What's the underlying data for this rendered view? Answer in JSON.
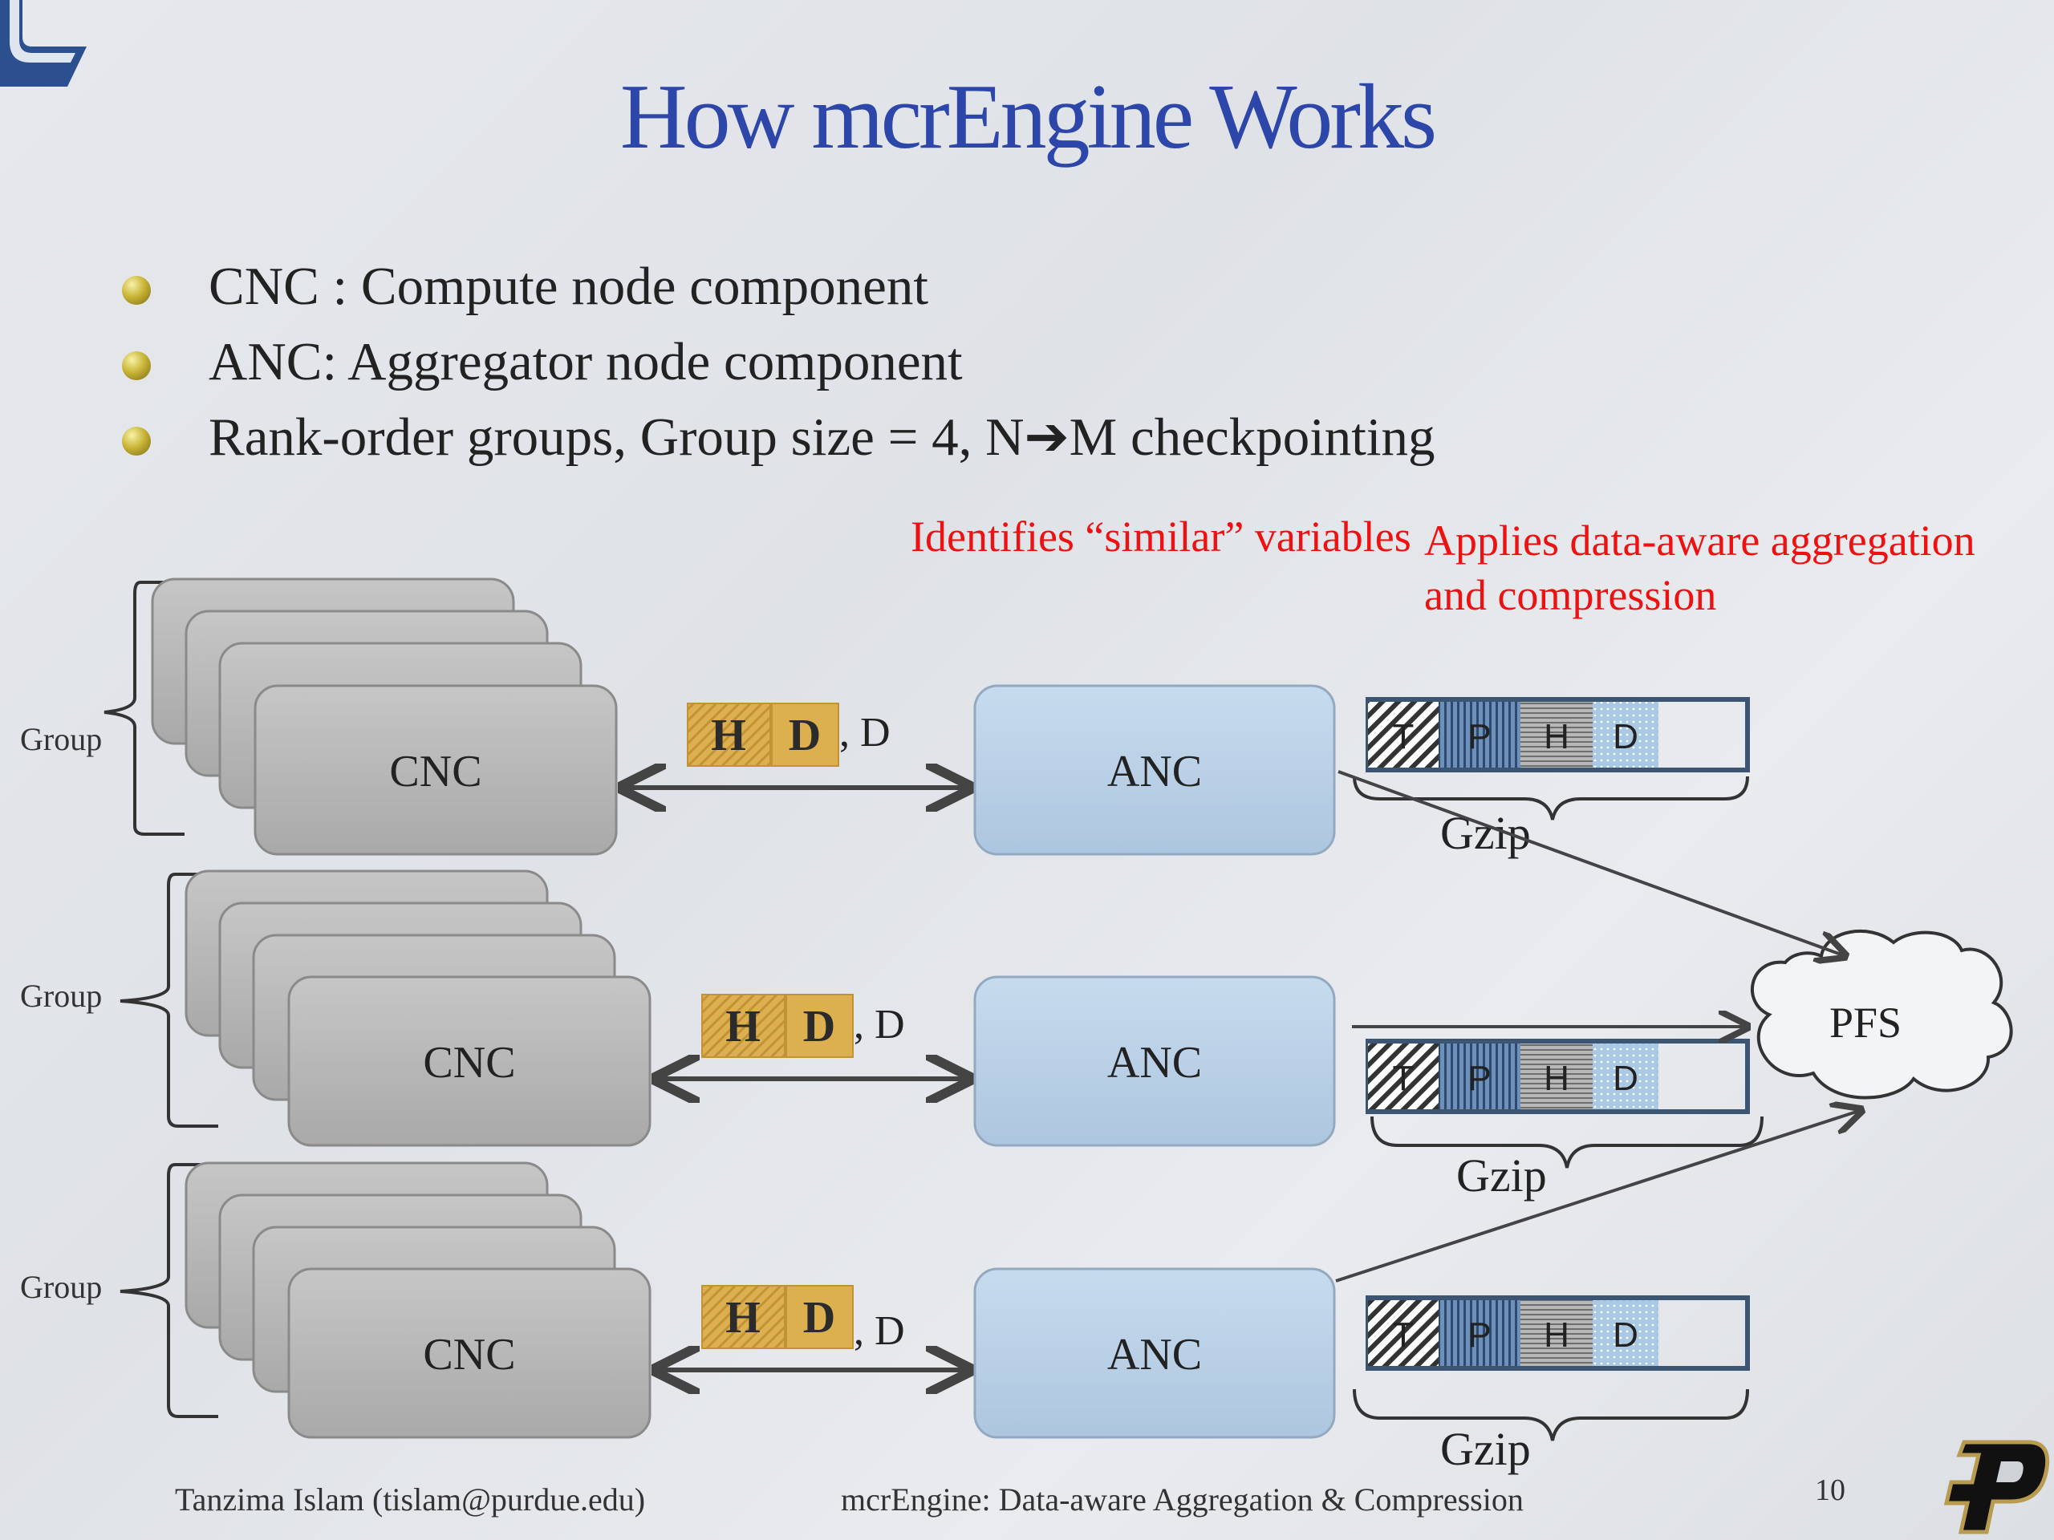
{
  "slide": {
    "title": "How mcrEngine Works",
    "bullets": [
      "CNC : Compute node component",
      "ANC: Aggregator node component",
      "Rank-order groups, Group size = 4, N➔M checkpointing"
    ],
    "annotations": {
      "identifies": "Identifies “similar” variables",
      "applies_line1": "Applies data-aware aggregation",
      "applies_line2": "and compression"
    }
  },
  "diagram": {
    "group_label": "Group",
    "cnc_label": "CNC",
    "anc_label": "ANC",
    "pfs_label": "PFS",
    "gzip_label": "Gzip",
    "msg_boxes": [
      "H",
      "D"
    ],
    "msg_suffix": ", D",
    "buffer_cells": [
      "T",
      "P",
      "H",
      "D"
    ],
    "colors": {
      "title": "#2d46a9",
      "annotation": "#ee1111",
      "cnc_fill": "#b4b4b4",
      "anc_fill": "#b9d0e6",
      "msg_box": "#d9ac48",
      "buffer_border": "#3c5573",
      "cell_p": "#6f90b8",
      "cell_h": "#9e9e9e",
      "cell_d": "#a9c8e3"
    }
  },
  "footer": {
    "author": "Tanzima Islam (tislam@purdue.edu)",
    "talk_title": "mcrEngine: Data-aware Aggregation & Compression",
    "page": "10"
  },
  "icons": {
    "top_left": "brand-logo-icon",
    "bottom_right": "purdue-p-logo-icon",
    "bullet": "bullet-sphere-icon"
  }
}
